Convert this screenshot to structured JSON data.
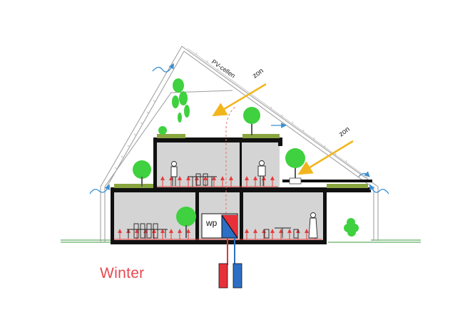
{
  "labels": {
    "pv": "PV-cellen",
    "sun_1": "zon",
    "sun_2": "zon",
    "heat_pump": "wp",
    "season": "Winter"
  },
  "colors": {
    "sun_arrow": "#f2b51c",
    "heat_arrow": "#e53b3b",
    "air_arrow": "#3b8fd1",
    "hot_pipe": "#e8303a",
    "cold_pipe": "#2d6fc4",
    "room_fill": "#d4d4d4",
    "green_roof": "#8aa640",
    "plants": "#3fd13f",
    "season_text": "#e8484f"
  }
}
